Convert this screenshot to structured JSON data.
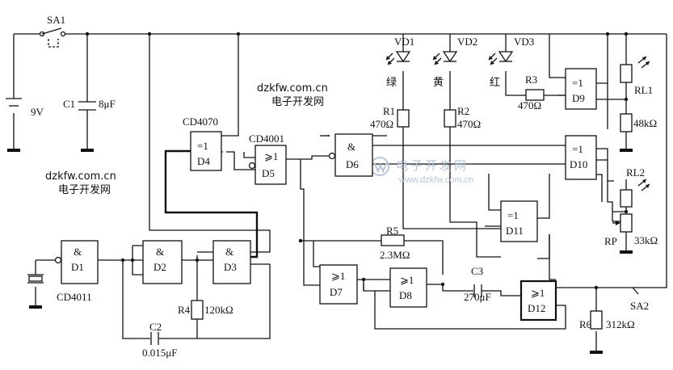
{
  "switch_sa1": "SA1",
  "battery": "9V",
  "c1": {
    "name": "C1",
    "value": "8μF"
  },
  "chips": {
    "u1": "CD4070",
    "u2": "CD4001",
    "u3": "CD4011"
  },
  "watermark_text": {
    "line1": "dzkfw.com.cn",
    "line2": "电子开发网"
  },
  "watermark_logo": {
    "text": "电子开发网",
    "url": "www.dzkfw.com.cn"
  },
  "gates": {
    "d1": {
      "sym": "&",
      "name": "D1"
    },
    "d2": {
      "sym": "&",
      "name": "D2"
    },
    "d3": {
      "sym": "&",
      "name": "D3"
    },
    "d4": {
      "sym": "=1",
      "name": "D4"
    },
    "d5": {
      "sym": "⩾1",
      "name": "D5"
    },
    "d6": {
      "sym": "&",
      "name": "D6"
    },
    "d7": {
      "sym": "⩾1",
      "name": "D7"
    },
    "d8": {
      "sym": "⩾1",
      "name": "D8"
    },
    "d9": {
      "sym": "=1",
      "name": "D9"
    },
    "d10": {
      "sym": "=1",
      "name": "D10"
    },
    "d11": {
      "sym": "=1",
      "name": "D11"
    },
    "d12": {
      "sym": "⩾1",
      "name": "D12"
    }
  },
  "leds": {
    "vd1": {
      "name": "VD1",
      "color": "绿"
    },
    "vd2": {
      "name": "VD2",
      "color": "黄"
    },
    "vd3": {
      "name": "VD3",
      "color": "红"
    }
  },
  "resistors": {
    "r1": {
      "name": "R1",
      "value": "470Ω"
    },
    "r2": {
      "name": "R2",
      "value": "470Ω"
    },
    "r3": {
      "name": "R3",
      "value": "470Ω"
    },
    "r4": {
      "name": "R4",
      "value": "120kΩ"
    },
    "r5": {
      "name": "R5",
      "value": "2.3MΩ"
    },
    "r6": {
      "name": "R6",
      "value": "312kΩ"
    },
    "rl1": {
      "name": "RL1"
    },
    "rl1_fixed": {
      "value": "48kΩ"
    },
    "rl2": {
      "name": "RL2"
    },
    "rp": {
      "name": "RP",
      "value": "33kΩ"
    }
  },
  "capacitors": {
    "c2": {
      "name": "C2",
      "value": "0.015μF"
    },
    "c3": {
      "name": "C3",
      "value": "270μF"
    }
  },
  "switch_sa2": "SA2",
  "colors": {
    "ink": "#111111",
    "watermark": "#b9c6d8"
  }
}
